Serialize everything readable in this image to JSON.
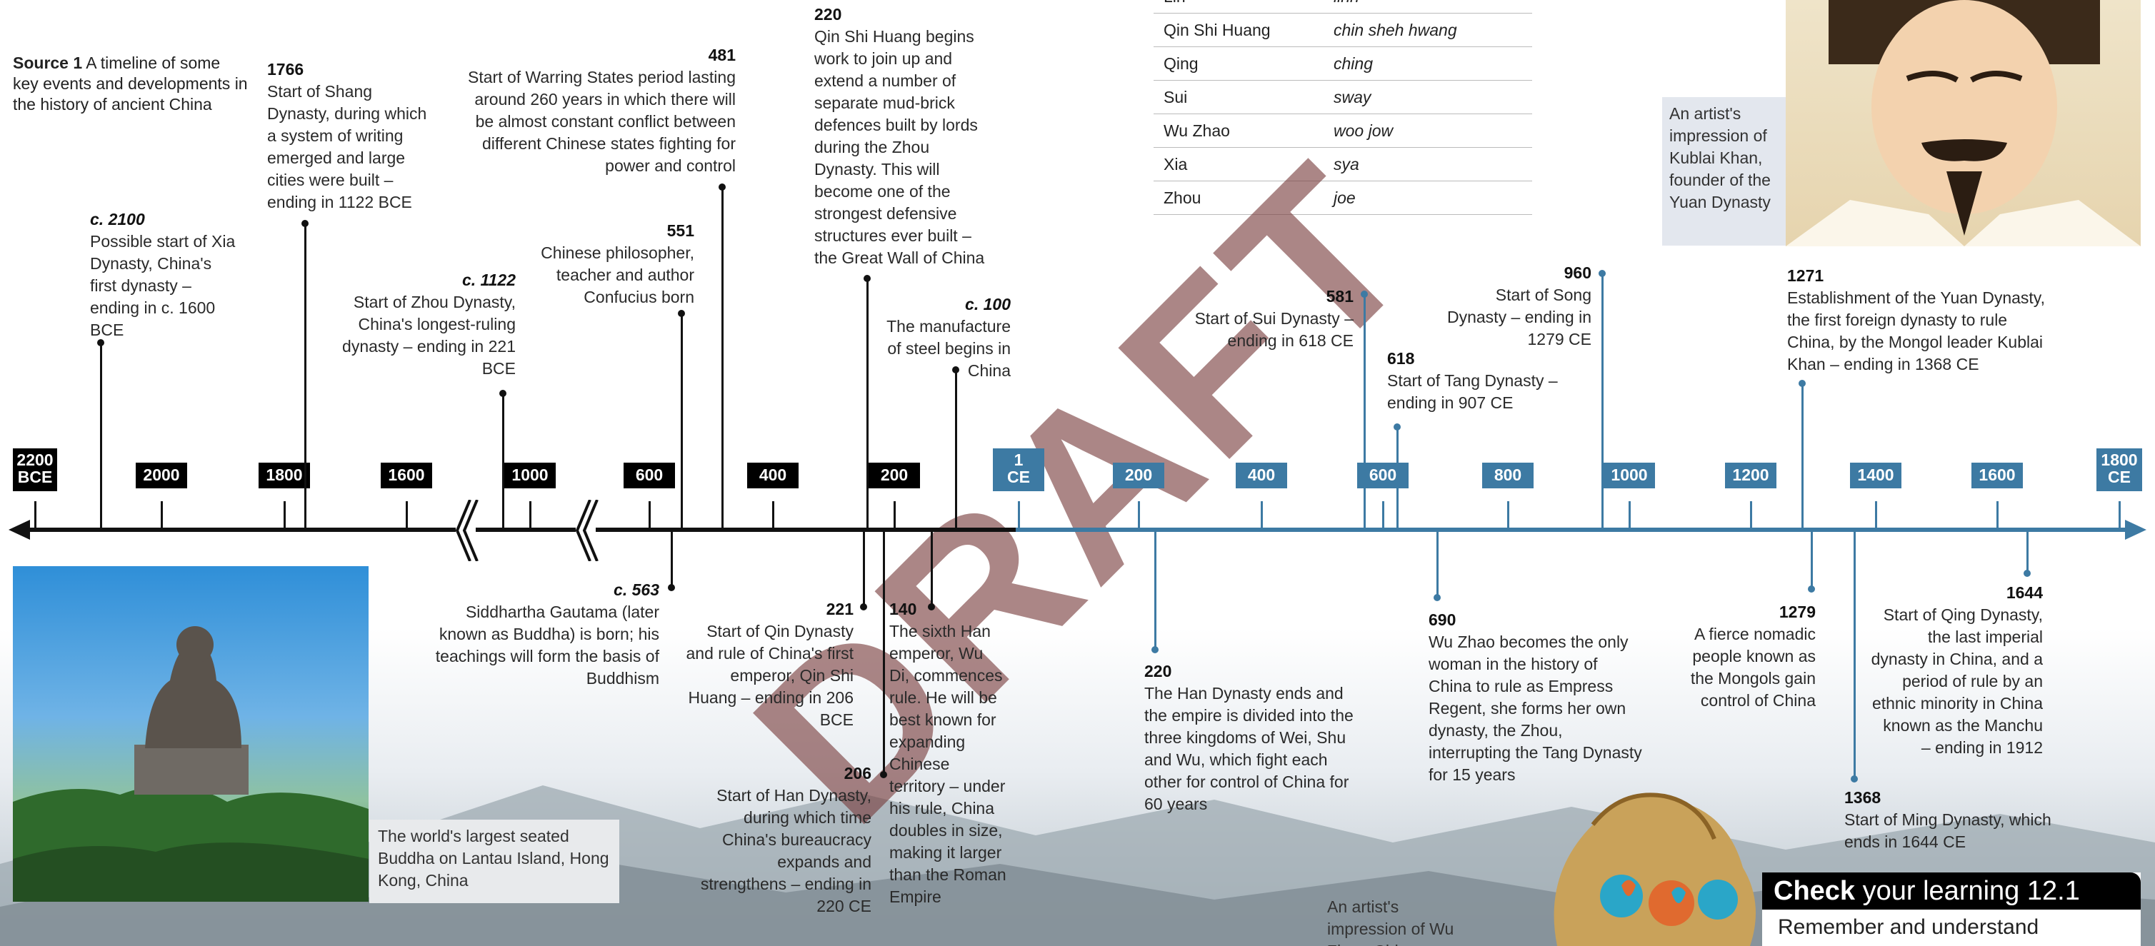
{
  "source_caption": {
    "label": "Source 1",
    "text": "A timeline of some key events and developments in the history of ancient China"
  },
  "pronunciation": [
    {
      "name": "Lin",
      "say": "linn"
    },
    {
      "name": "Qin Shi Huang",
      "say": "chin sheh hwang"
    },
    {
      "name": "Qing",
      "say": "ching"
    },
    {
      "name": "Sui",
      "say": "sway"
    },
    {
      "name": "Wu Zhao",
      "say": "woo jow"
    },
    {
      "name": "Xia",
      "say": "sya"
    },
    {
      "name": "Zhou",
      "say": "joe"
    }
  ],
  "captions": {
    "kublai": "An artist's impression of Kublai Khan, founder of the Yuan Dynasty",
    "buddha": "The world's largest seated Buddha on Lantau Island, Hong Kong, China",
    "wu": "An artist's impression of Wu Zhao, Chinese ruler"
  },
  "watermark": "DRAFT",
  "bce_labels": [
    "2200 BCE",
    "2000",
    "1800",
    "1600",
    "1000",
    "600",
    "400",
    "200"
  ],
  "ce_labels": [
    "1 CE",
    "200",
    "400",
    "600",
    "800",
    "1000",
    "1200",
    "1400",
    "1600",
    "1800 CE"
  ],
  "events": {
    "e2100": {
      "year": "c. 2100",
      "text": "Possible start of Xia Dynasty, China's first dynasty – ending in c. 1600 BCE"
    },
    "e1766": {
      "year": "1766",
      "text": "Start of Shang Dynasty, during which a system of writing emerged and large cities were built – ending in 1122 BCE"
    },
    "e1122": {
      "year": "c. 1122",
      "text": "Start of Zhou Dynasty, China's longest-ruling dynasty – ending in 221 BCE"
    },
    "e551": {
      "year": "551",
      "text": "Chinese philosopher, teacher and author Confucius born"
    },
    "e481": {
      "year": "481",
      "text": "Start of Warring States period lasting around 260 years in which there will be almost constant conflict between different Chinese states fighting for power and control"
    },
    "e220b": {
      "year": "220",
      "text": "Qin Shi Huang begins work to join up and extend a number of separate mud-brick defences built by lords during the Zhou Dynasty. This will become one of the strongest defensive structures ever built – the Great Wall of China"
    },
    "e100": {
      "year": "c. 100",
      "text": "The manufacture of steel begins in China"
    },
    "e563": {
      "year": "c. 563",
      "text": "Siddhartha Gautama (later known as Buddha) is born; his teachings will form the basis of Buddhism"
    },
    "e221": {
      "year": "221",
      "text": "Start of Qin Dynasty and rule of China's first emperor, Qin Shi Huang – ending in 206 BCE"
    },
    "e206": {
      "year": "206",
      "text": "Start of Han Dynasty, during which time China's bureaucracy expands and strengthens – ending in 220 CE"
    },
    "e140": {
      "year": "140",
      "text": "The sixth Han emperor, Wu Di, commences rule. He will be best known for expanding Chinese territory – under his rule, China doubles in size, making it larger than the Roman Empire"
    },
    "e220c": {
      "year": "220",
      "text": "The Han Dynasty ends and the empire is divided into the three kingdoms of Wei, Shu and Wu, which fight each other for control of China for 60 years"
    },
    "e581": {
      "year": "581",
      "text": "Start of Sui Dynasty – ending in 618 CE"
    },
    "e618": {
      "year": "618",
      "text": "Start of Tang Dynasty – ending in 907 CE"
    },
    "e960": {
      "year": "960",
      "text": "Start of Song Dynasty – ending in 1279 CE"
    },
    "e690": {
      "year": "690",
      "text": "Wu Zhao becomes the only woman in the history of China to rule as Empress Regent, she forms her own dynasty, the Zhou, interrupting the Tang Dynasty for 15 years"
    },
    "e1271": {
      "year": "1271",
      "text": "Establishment of the Yuan Dynasty, the first foreign dynasty to rule China, by the Mongol leader Kublai Khan – ending in 1368 CE"
    },
    "e1279": {
      "year": "1279",
      "text": "A fierce nomadic people known as the Mongols gain control of China"
    },
    "e1644": {
      "year": "1644",
      "text": "Start of Qing Dynasty, the last imperial dynasty in China, and a period of rule by an ethnic minority in China known as the Manchu – ending in 1912"
    },
    "e1368": {
      "year": "1368",
      "text": "Start of Ming Dynasty, which ends in 1644 CE"
    }
  },
  "check_box": {
    "bold": "Check",
    "rest": "your learning 12.1",
    "subtitle": "Remember and understand"
  },
  "colors": {
    "bce": "#000000",
    "ce": "#3d7aa3",
    "check_header": "#000000"
  }
}
